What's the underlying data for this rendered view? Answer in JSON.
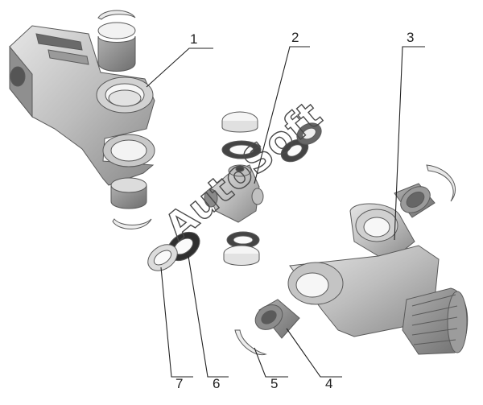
{
  "diagram": {
    "callouts": [
      {
        "id": "1",
        "label": "1"
      },
      {
        "id": "2",
        "label": "2"
      },
      {
        "id": "3",
        "label": "3"
      },
      {
        "id": "4",
        "label": "4"
      },
      {
        "id": "5",
        "label": "5"
      },
      {
        "id": "6",
        "label": "6"
      },
      {
        "id": "7",
        "label": "7"
      }
    ],
    "watermark": "AutoSoft",
    "colors": {
      "metal_light": "#d9d9d9",
      "metal_mid": "#b3b3b3",
      "metal_dark": "#7d7d7d",
      "line": "#222222"
    }
  }
}
